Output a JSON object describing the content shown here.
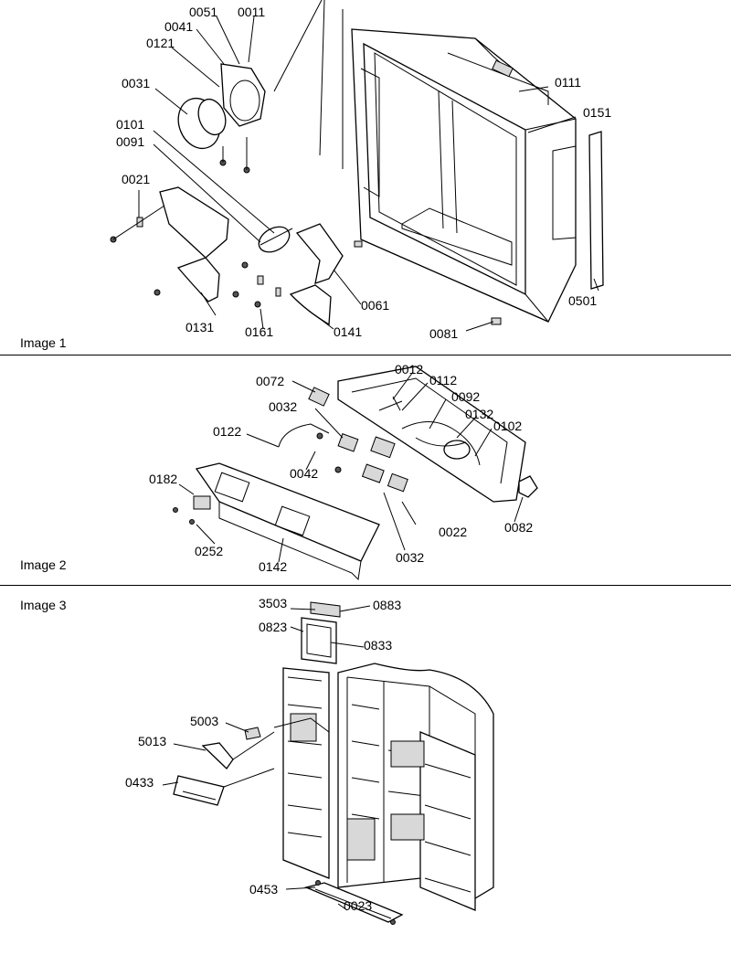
{
  "image1": {
    "caption": "Image 1",
    "callouts": [
      "0051",
      "0011",
      "0041",
      "0121",
      "0031",
      "0101",
      "0091",
      "0021",
      "0111",
      "0151",
      "0131",
      "0161",
      "0141",
      "0061",
      "0081",
      "0501"
    ]
  },
  "image2": {
    "caption": "Image 2",
    "callouts": [
      "0072",
      "0012",
      "0112",
      "0092",
      "0032",
      "0132",
      "0102",
      "0122",
      "0042",
      "0182",
      "0022",
      "0082",
      "0252",
      "0142",
      "0032"
    ]
  },
  "image3": {
    "caption": "Image 3",
    "callouts": [
      "3503",
      "0883",
      "0823",
      "0833",
      "5003",
      "5013",
      "0433",
      "0453",
      "0023"
    ]
  }
}
